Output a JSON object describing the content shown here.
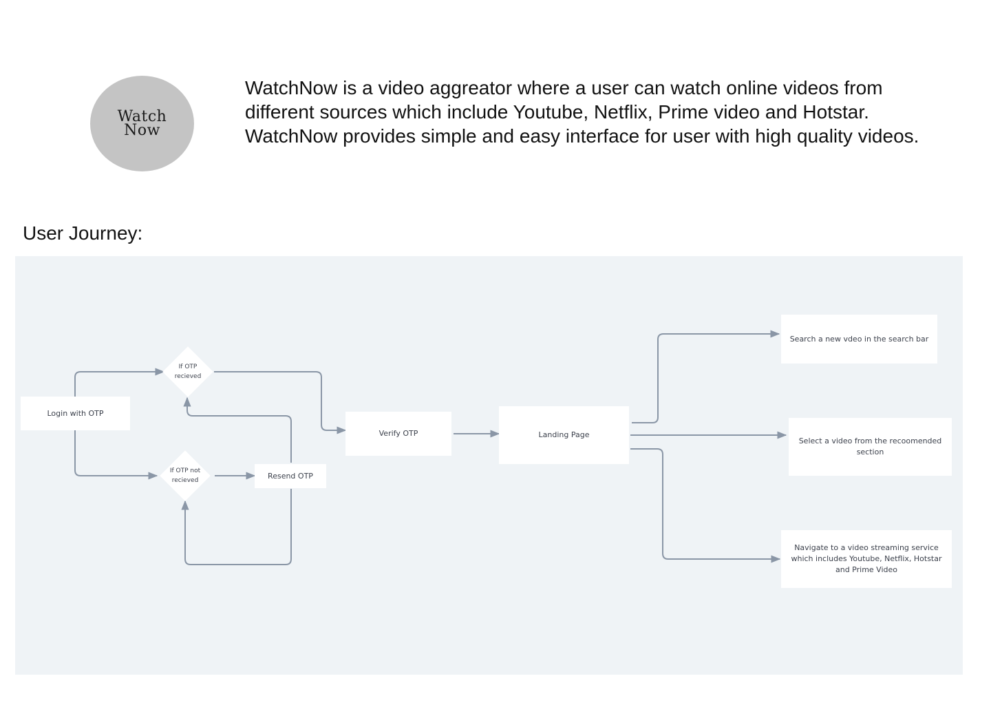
{
  "logo": {
    "line1": "Watch",
    "line2": "Now"
  },
  "intro_text": "WatchNow is a video aggreator where a user can watch online videos from different sources which include Youtube, Netflix, Prime video and Hotstar. WatchNow provides simple and easy interface for user with high quality videos.",
  "section_title": "User Journey:",
  "flow": {
    "login": "Login with OTP",
    "otp_received": "If OTP recieved",
    "otp_not_received": "If OTP not recieved",
    "resend": "Resend OTP",
    "verify": "Verify OTP",
    "landing": "Landing Page",
    "search": "Search a new vdeo  in the search bar",
    "select": "Select a video from the recoomended section",
    "navigate": "Navigate to a video streaming service which includes Youtube, Netflix, Hotstar and Prime Video"
  },
  "colors": {
    "canvas": "#eff3f6",
    "connector": "#8a96a6",
    "node": "#ffffff"
  }
}
